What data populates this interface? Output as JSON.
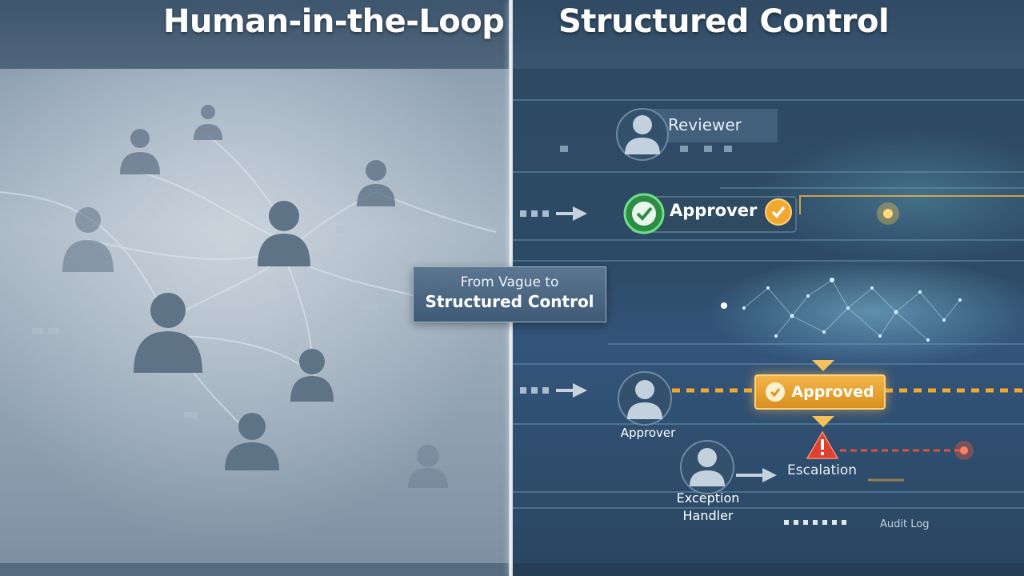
{
  "titles": {
    "left": "Human-in-the-Loop",
    "right": "Structured Control"
  },
  "center_callout": {
    "line1": "From Vague to",
    "line2": "Structured Control"
  },
  "roles": {
    "reviewer": "Reviewer",
    "approver_top": "Approver",
    "approved": "Approved",
    "approver_bottom": "Approver",
    "exception_handler_line1": "Exception",
    "exception_handler_line2": "Handler",
    "escalation": "Escalation",
    "audit_log": "Audit Log"
  },
  "colors": {
    "approve_green": "#3fbf5a",
    "accent_amber": "#f2b54a",
    "alert_red": "#e0402f"
  }
}
